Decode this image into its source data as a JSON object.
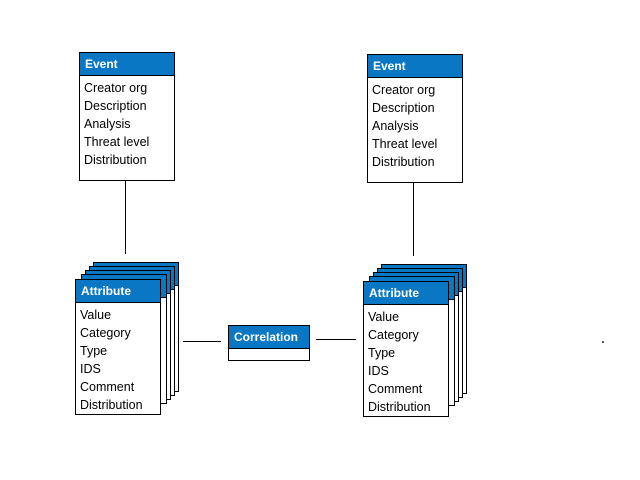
{
  "event_left": {
    "title": "Event",
    "fields": [
      "Creator org",
      "Description",
      "Analysis",
      "Threat level",
      "Distribution"
    ]
  },
  "event_right": {
    "title": "Event",
    "fields": [
      "Creator org",
      "Description",
      "Analysis",
      "Threat level",
      "Distribution"
    ]
  },
  "attribute_left": {
    "title": "Attribute",
    "fields": [
      "Value",
      "Category",
      "Type",
      "IDS",
      "Comment",
      "Distribution"
    ]
  },
  "attribute_right": {
    "title": "Attribute",
    "fields": [
      "Value",
      "Category",
      "Type",
      "IDS",
      "Comment",
      "Distribution"
    ]
  },
  "correlation": {
    "title": "Correlation"
  },
  "colors": {
    "header_fill": "#0a77c4",
    "header_text": "#ffffff",
    "border": "#000000"
  }
}
